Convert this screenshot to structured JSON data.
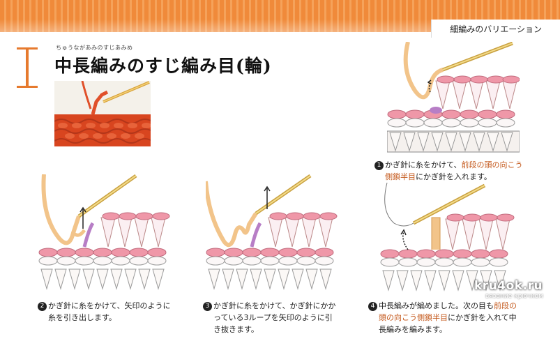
{
  "header": {
    "section_label": "細編みのバリエーション"
  },
  "heading": {
    "ruby": "ちゅうながあみのすじあみめ",
    "title": "中長編みのすじ編み目(輪)"
  },
  "steps": [
    {
      "number": "1",
      "lines": [
        {
          "parts": [
            "かぎ針に糸をかけて、",
            "前段の頭の向こう"
          ],
          "hl": [
            false,
            true
          ]
        },
        {
          "parts": [
            "側鎖半目",
            "にかぎ針を入れます。"
          ],
          "hl": [
            true,
            false
          ]
        }
      ]
    },
    {
      "number": "2",
      "lines": [
        {
          "parts": [
            "かぎ針に糸をかけて、矢印のように"
          ],
          "hl": [
            false
          ]
        },
        {
          "parts": [
            "糸を引き出します。"
          ],
          "hl": [
            false
          ]
        }
      ]
    },
    {
      "number": "3",
      "lines": [
        {
          "parts": [
            "かぎ針に糸をかけて、かぎ針にかか"
          ],
          "hl": [
            false
          ]
        },
        {
          "parts": [
            "っている3ループを矢印のように引"
          ],
          "hl": [
            false
          ]
        },
        {
          "parts": [
            "き抜きます。"
          ],
          "hl": [
            false
          ]
        }
      ]
    },
    {
      "number": "4",
      "lines": [
        {
          "parts": [
            "中長編みが編めました。次の目も",
            "前段の"
          ],
          "hl": [
            false,
            true
          ]
        },
        {
          "parts": [
            "頭の向こう側鎖半目",
            "にかぎ針を入れて中"
          ],
          "hl": [
            true,
            false
          ]
        },
        {
          "parts": [
            "長編みを編みます。"
          ],
          "hl": [
            false
          ]
        }
      ]
    }
  ],
  "watermark": {
    "site": "kru4ok.ru",
    "subtitle": "вязание крючком"
  },
  "colors": {
    "stripe": "#f08a3a",
    "highlight": "#c4581b",
    "yarn_pink": "#ef97a8",
    "yarn_tan": "#f2c48a",
    "yarn_purple": "#b77ec6",
    "photo_yarn": "#e0502a"
  }
}
